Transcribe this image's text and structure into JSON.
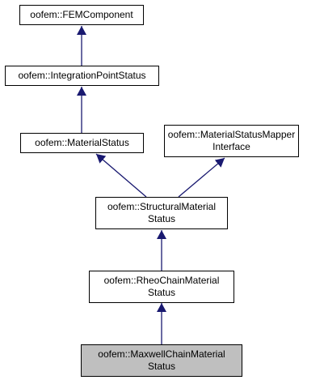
{
  "nodes": {
    "fem_component": {
      "line1": "oofem::FEMComponent",
      "line2": ""
    },
    "integration_point_status": {
      "line1": "oofem::IntegrationPointStatus",
      "line2": ""
    },
    "material_status": {
      "line1": "oofem::MaterialStatus",
      "line2": ""
    },
    "material_status_mapper_interface": {
      "line1": "oofem::MaterialStatusMapper",
      "line2": "Interface"
    },
    "structural_material_status": {
      "line1": "oofem::StructuralMaterial",
      "line2": "Status"
    },
    "rheo_chain_material_status": {
      "line1": "oofem::RheoChainMaterial",
      "line2": "Status"
    },
    "maxwell_chain_material_status": {
      "line1": "oofem::MaxwellChainMaterial",
      "line2": "Status"
    }
  },
  "colors": {
    "edge": "#191970",
    "current_node_fill": "#bfbfbf",
    "node_border": "#000000"
  }
}
